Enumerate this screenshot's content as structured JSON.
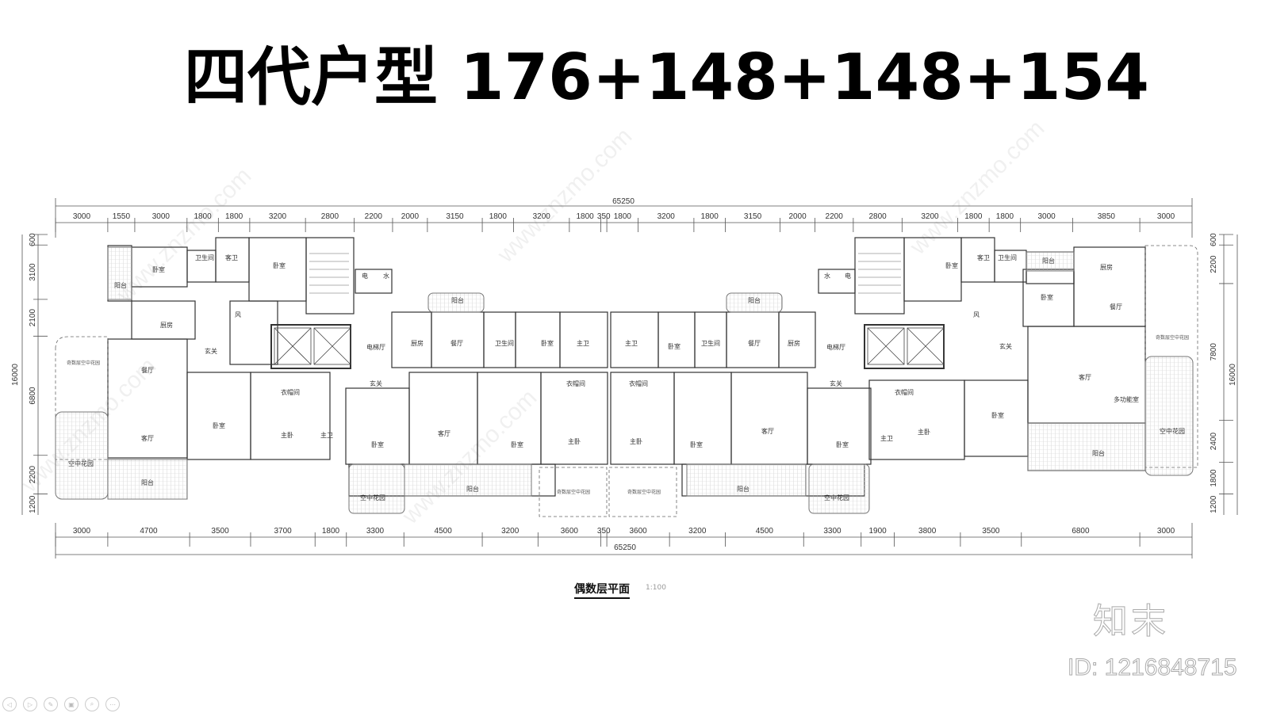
{
  "title": "四代户型 176+148+148+154",
  "top_dimensions": {
    "total": "65250",
    "segments": [
      "3000",
      "1550",
      "3000",
      "1800",
      "1800",
      "3200",
      "2800",
      "2200",
      "2000",
      "3150",
      "1800",
      "3200",
      "1800",
      "350",
      "1800",
      "3200",
      "1800",
      "3150",
      "2000",
      "2200",
      "2800",
      "3200",
      "1800",
      "1800",
      "3000",
      "3850",
      "3000"
    ]
  },
  "bottom_dimensions": {
    "total": "65250",
    "segments": [
      "3000",
      "4700",
      "3500",
      "3700",
      "1800",
      "3300",
      "4500",
      "3200",
      "3600",
      "350",
      "3600",
      "3200",
      "4500",
      "3300",
      "1900",
      "3800",
      "3500",
      "6800",
      "3000"
    ]
  },
  "left_dimensions": {
    "total": "16000",
    "segments": [
      "600",
      "3100",
      "2100",
      "6800",
      "2200",
      "1200"
    ]
  },
  "right_dimensions": {
    "total": "16000",
    "segments": [
      "600",
      "2200",
      "7800",
      "2400",
      "1800",
      "1200"
    ]
  },
  "rooms": {
    "bedroom": "卧室",
    "master_bedroom": "主卧",
    "master_bath": "主卫",
    "bathroom": "卫生间",
    "guest_bath": "客卫",
    "kitchen": "厨房",
    "dining": "餐厅",
    "living": "客厅",
    "foyer": "玄关",
    "balcony": "阳台",
    "sky_garden": "空中花园",
    "walk_in_closet": "衣帽间",
    "elevator_hall": "电梯厅",
    "electric": "电",
    "water": "水",
    "air": "风",
    "multi_room": "多功能室",
    "odd_floor_garden": "奇数层空中花园"
  },
  "caption": {
    "label": "偶数层平面",
    "scale": "1:100"
  },
  "brand": {
    "logo": "知末",
    "id": "ID: 1216848715"
  },
  "watermark": "www.znzmo.com",
  "toolbar": [
    {
      "icon": "prev-icon",
      "glyph": "◁"
    },
    {
      "icon": "next-icon",
      "glyph": "▷"
    },
    {
      "icon": "pen-icon",
      "glyph": "✎"
    },
    {
      "icon": "copy-icon",
      "glyph": "▣"
    },
    {
      "icon": "search-icon",
      "glyph": "⌕"
    },
    {
      "icon": "more-icon",
      "glyph": "⋯"
    }
  ]
}
